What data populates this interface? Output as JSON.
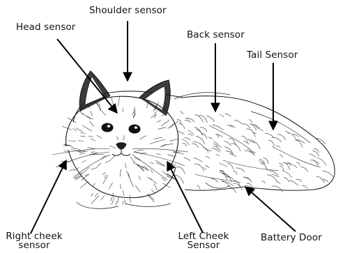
{
  "labels": {
    "shoulder": "Shoulder sensor",
    "head": "Head sensor",
    "back": "Back sensor",
    "tail": "Tail Sensor",
    "right_cheek_1": "Right cheek",
    "right_cheek_2": "sensor",
    "left_cheek_1": "Left Cheek",
    "left_cheek_2": "Sensor",
    "battery": "Battery Door"
  }
}
